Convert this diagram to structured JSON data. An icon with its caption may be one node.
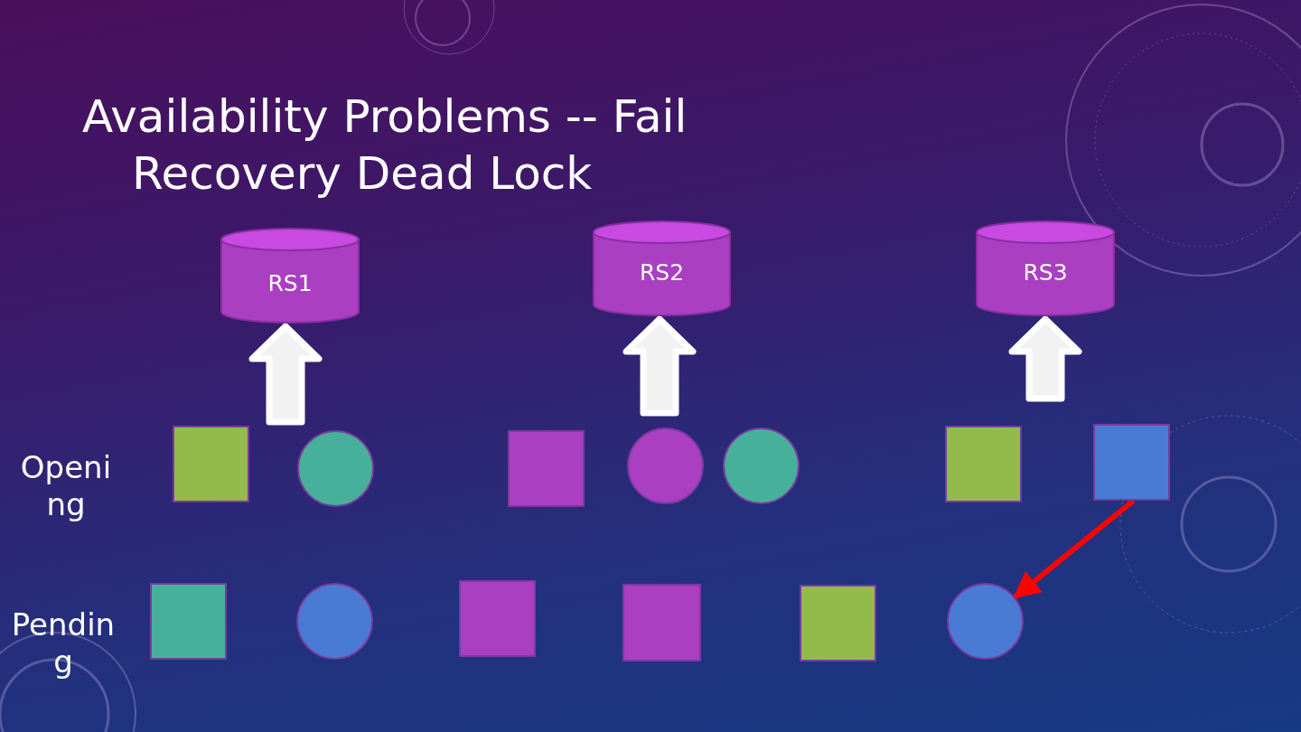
{
  "diagram": {
    "title": "Availability Problems -- Fail Recovery Dead Lock",
    "nodes": [
      {
        "text": [
          "RS1"
        ]
      },
      {
        "text": [
          "RS2"
        ]
      },
      {
        "text": [
          "RS3"
        ]
      },
      {
        "text": [],
        "shape": "box"
      },
      {
        "text": [],
        "shape": "circle"
      },
      {
        "text": [],
        "shape": "box"
      },
      {
        "text": [],
        "shape": "circle"
      },
      {
        "text": [],
        "shape": "circle"
      },
      {
        "text": [],
        "shape": "box"
      },
      {
        "text": [],
        "shape": "box"
      },
      {
        "text": [],
        "shape": "box"
      },
      {
        "text": [],
        "shape": "circle"
      },
      {
        "text": [],
        "shape": "box"
      },
      {
        "text": [],
        "shape": "box"
      },
      {
        "text": [],
        "shape": "box"
      },
      {
        "text": [],
        "shape": "circle"
      }
    ],
    "edges": [
      {
        "from": null,
        "to": 0,
        "arrow": "to",
        "style": "thick"
      },
      {
        "from": null,
        "to": 1,
        "arrow": "to",
        "style": "thick"
      },
      {
        "from": null,
        "to": 2,
        "arrow": "to",
        "style": "thick"
      },
      {
        "from": 9,
        "to": 15,
        "arrow": "to",
        "color": "#ff0000"
      }
    ],
    "labels": [
      "Opening",
      "Pending"
    ]
  }
}
